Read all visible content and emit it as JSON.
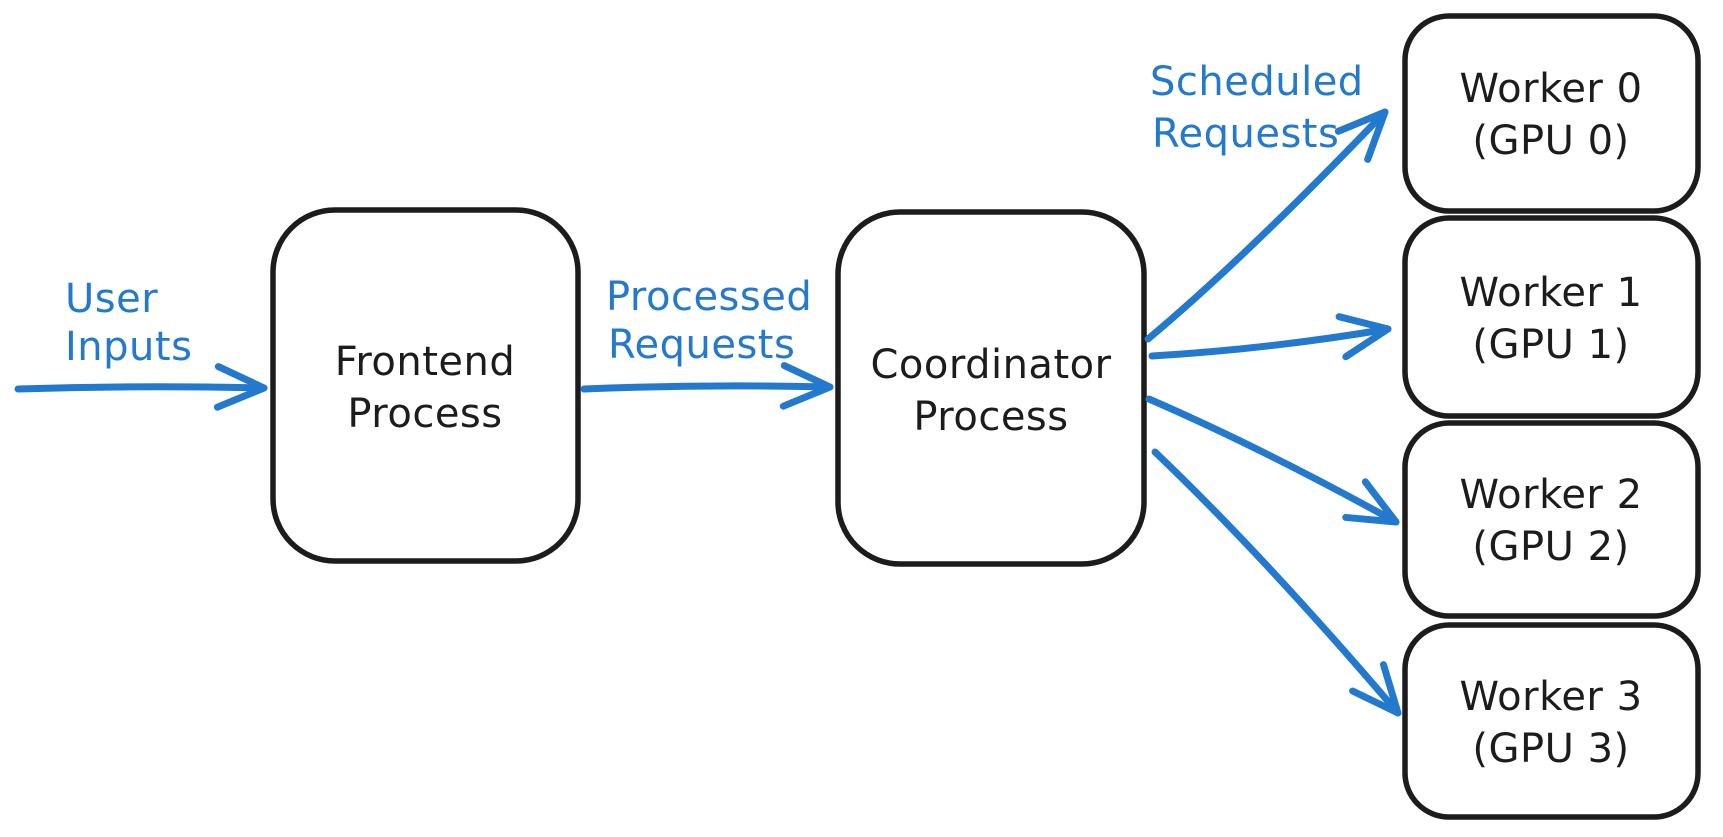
{
  "diagram": {
    "colors": {
      "accent_blue": "#2379cd",
      "ink_black": "#1c1c1c",
      "background": "#ffffff"
    },
    "edge_labels": {
      "user_inputs": {
        "line1": "User",
        "line2": "Inputs"
      },
      "processed_requests": {
        "line1": "Processed",
        "line2": "Requests"
      },
      "scheduled_requests": {
        "line1": "Scheduled",
        "line2": "Requests"
      }
    },
    "nodes": {
      "frontend": {
        "line1": "Frontend",
        "line2": "Process"
      },
      "coordinator": {
        "line1": "Coordinator",
        "line2": "Process"
      }
    },
    "workers": [
      {
        "name": "Worker 0",
        "gpu": "(GPU 0)"
      },
      {
        "name": "Worker 1",
        "gpu": "(GPU 1)"
      },
      {
        "name": "Worker 2",
        "gpu": "(GPU 2)"
      },
      {
        "name": "Worker 3",
        "gpu": "(GPU 3)"
      }
    ]
  }
}
